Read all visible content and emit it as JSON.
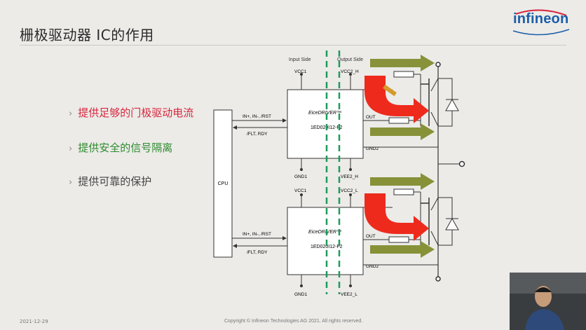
{
  "slide": {
    "title": "栅极驱动器 IC的作用",
    "logo_text": "infineon",
    "bullets": [
      {
        "text": "提供足够的门极驱动电流",
        "color": "#d7263d"
      },
      {
        "text": "提供安全的信号隔离",
        "color": "#2f8a2f"
      },
      {
        "text": "提供可靠的保护",
        "color": "#444444"
      }
    ],
    "footer": {
      "date": "2021-12-29",
      "copyright": "Copyright © Infineon Technologies AG 2021. All rights reserved."
    }
  },
  "diagram": {
    "side_labels": {
      "input": "Input Side",
      "output": "Output Side"
    },
    "cpu_label": "CPU",
    "top_driver": {
      "chip_name": "EiceDRIVER™",
      "part": "1ED020I12-F2",
      "vcc1": "VCC1",
      "gnd1": "GND1",
      "vcc2": "VCC2_H",
      "vee2": "VEE2_H",
      "out": "OUT",
      "gnd2": "GND2"
    },
    "bottom_driver": {
      "chip_name": "EiceDRIVER™",
      "part": "1ED020I12-F2",
      "vcc1": "VCC1",
      "gnd1": "GND1",
      "vcc2": "VCC2_L",
      "vee2": "VEE2_L",
      "out": "OUT",
      "gnd2": "GND2"
    },
    "signals": {
      "in": "IN+, IN-, /RST",
      "fault": "/FLT, RDY"
    },
    "colors": {
      "arrow_green": "#7f8a2a",
      "arrow_red": "#ee2a1d",
      "isolation": "#1e9b5a"
    }
  }
}
